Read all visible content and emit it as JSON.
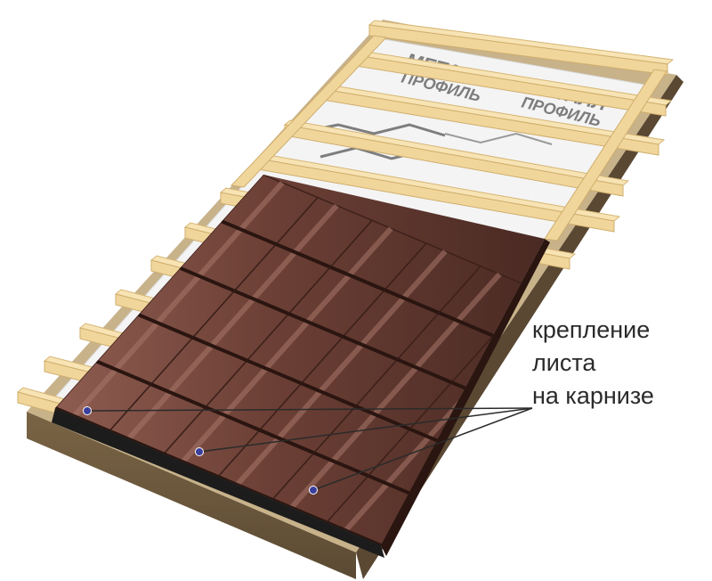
{
  "callout": {
    "lines": [
      "крепление",
      "листа",
      "на карнизе"
    ]
  },
  "membrane": {
    "brand_top": "МЕТАЛЛ",
    "brand_bottom": "ПРОФИЛЬ"
  },
  "colors": {
    "tile": "#6b3f35",
    "tile_dark": "#3e211b",
    "tile_light": "#9c6a5e",
    "batten": "#f1d69c",
    "batten_edge": "#d6b574",
    "membrane": "#f4f4f4",
    "rafter_side": "#6e5a3e",
    "rafter_top": "#b9a27a",
    "sheet_edge": "#1c1c1c",
    "callout": "#2b2b2b"
  },
  "icons": [
    "fastener-dot-icon"
  ]
}
